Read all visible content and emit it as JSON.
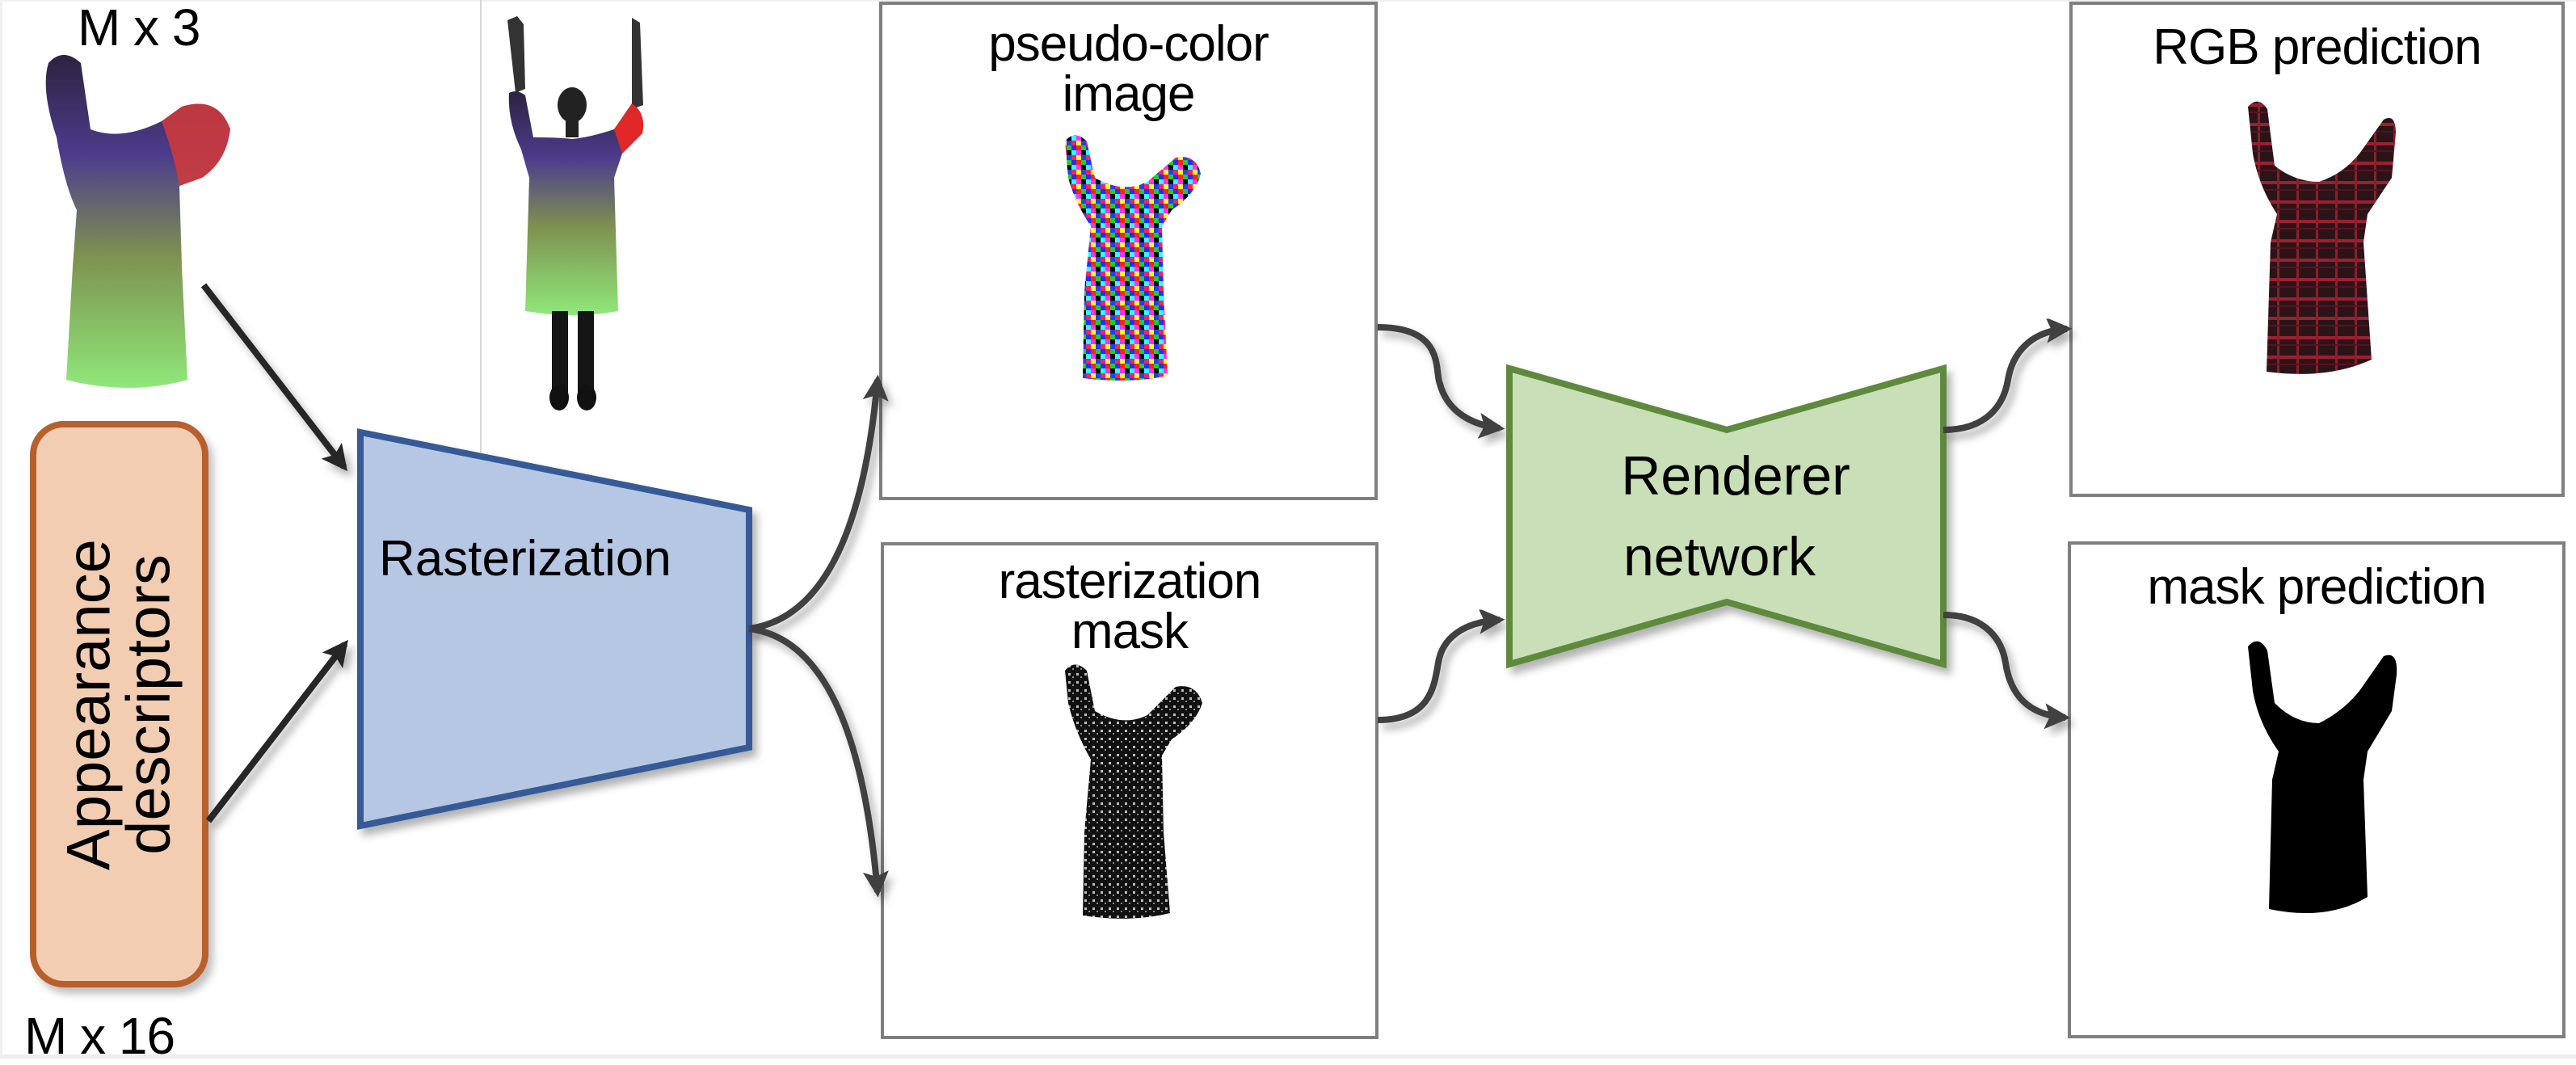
{
  "diagram": {
    "inputs": {
      "point_cloud_dims": "M x 3",
      "descriptor_dims": "M x 16",
      "appearance_box": {
        "line1": "Appearance",
        "line2": "descriptors"
      }
    },
    "blocks": {
      "rasterization": "Rasterization",
      "renderer": {
        "line1": "Renderer",
        "line2": "network"
      }
    },
    "panels": {
      "pseudo_color": {
        "line1": "pseudo-color",
        "line2": "image"
      },
      "rasterization_mask": {
        "line1": "rasterization",
        "line2": "mask"
      },
      "rgb_prediction": {
        "line1": "RGB prediction"
      },
      "mask_prediction": {
        "line1": "mask prediction"
      }
    },
    "icons": {
      "point_cloud": "colored-point-cloud-dress",
      "posed_human": "human-silhouette-with-point-cloud",
      "pseudo_color_dress": "pseudo-color-dress-image",
      "mask_dress": "rasterized-mask-dress",
      "rgb_dress": "plaid-dress-rgb-render",
      "mask_pred_dress": "predicted-mask-dress"
    },
    "colors": {
      "appearance_fill": "#f2cdb1",
      "appearance_border": "#b8602c",
      "raster_fill": "#b6c7e4",
      "raster_border": "#365a96",
      "renderer_fill": "#c9dfb8",
      "renderer_border": "#5f8a3e",
      "arrow": "#404040",
      "panel_border": "#7f7f7f"
    }
  }
}
